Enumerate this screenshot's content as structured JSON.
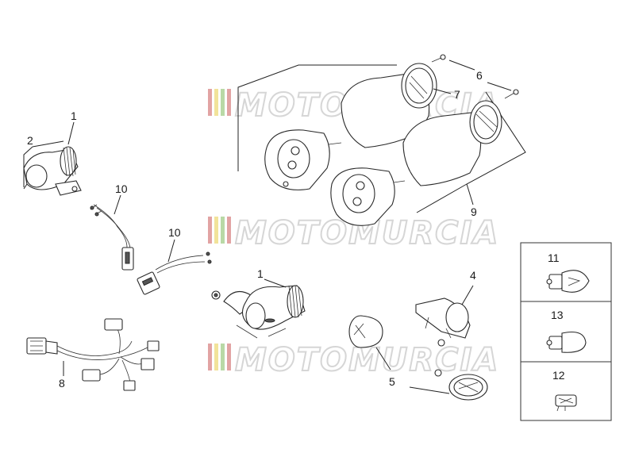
{
  "watermark": {
    "text": "MOTOMURCIA"
  },
  "callouts": {
    "c1a": "1",
    "c2": "2",
    "c10a": "10",
    "c10b": "10",
    "c1b": "1",
    "c8": "8",
    "c6": "6",
    "c7": "7",
    "c9": "9",
    "c4": "4",
    "c5": "5",
    "c11": "11",
    "c13": "13",
    "c12": "12"
  },
  "colors": {
    "line": "#222222",
    "watermark_stripe_red": "#e2a3a3",
    "watermark_stripe_yellow": "#f2e39a",
    "watermark_stripe_green": "#b9d9a6"
  }
}
